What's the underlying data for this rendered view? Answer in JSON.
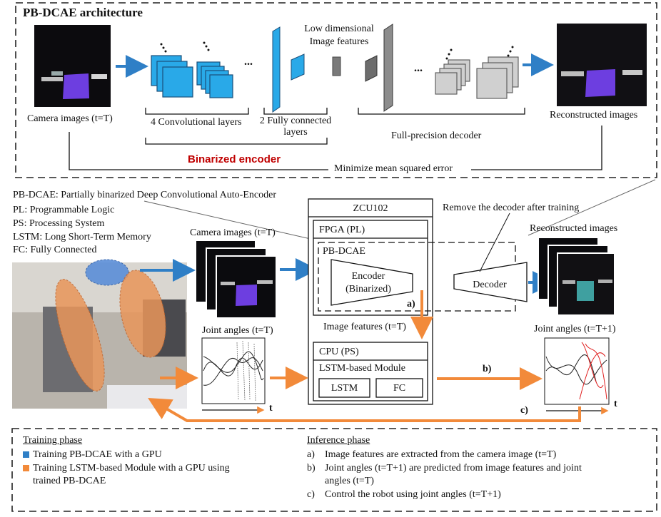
{
  "architecture": {
    "title": "PB-DCAE architecture",
    "camera_label": "Camera images (t=T)",
    "conv_label": "4 Convolutional layers",
    "fc_label_1": "2 Fully connected",
    "fc_label_2": "layers",
    "features_label_1": "Low dimensional",
    "features_label_2": "Image features",
    "decoder_label": "Full-precision decoder",
    "encoder_label": "Binarized encoder",
    "reconstructed_label": "Reconstructed images",
    "loss_label": "Minimize mean squared error",
    "ellipsis": "..."
  },
  "abbreviations": [
    "PB-DCAE: Partially binarized Deep Convolutional Auto-Encoder",
    "PL: Programmable Logic",
    "PS: Processing System",
    "LSTM: Long Short-Term Memory",
    "FC: Fully Connected"
  ],
  "system": {
    "camera_label": "Camera images (t=T)",
    "zcu_label": "ZCU102",
    "fpga_label": "FPGA (PL)",
    "pbdcae_label": "PB-DCAE",
    "encoder_label_1": "Encoder",
    "encoder_label_2": "(Binarized)",
    "decoder_label": "Decoder",
    "remove_note": "Remove the decoder after training",
    "reconstructed_label": "Reconstructed images",
    "step_a": "a)",
    "image_features_label": "Image features (t=T)",
    "cpu_label": "CPU (PS)",
    "lstm_module_label": "LSTM-based Module",
    "lstm_label": "LSTM",
    "fc_label": "FC",
    "step_b": "b)",
    "step_c": "c)",
    "joint_in_label": "Joint angles (t=T)",
    "joint_out_label": "Joint angles (t=T+1)",
    "time_axis": "t"
  },
  "legend": {
    "training_title": "Training phase",
    "training_items": [
      "Training PB-DCAE with a GPU",
      "Training LSTM-based Module with a GPU using",
      "trained PB-DCAE"
    ],
    "inference_title": "Inference phase",
    "inference_items": [
      {
        "marker": "a)",
        "text": "Image features are extracted from the camera image (t=T)"
      },
      {
        "marker": "b)",
        "text": "Joint angles (t=T+1) are predicted from image features and joint"
      },
      {
        "marker": "",
        "text": "angles (t=T)"
      },
      {
        "marker": "c)",
        "text": "Control the robot using joint angles (t=T+1)"
      }
    ]
  },
  "colors": {
    "blue": "#2f7fc6",
    "orange": "#f28a3a",
    "encoder_red": "#c00000",
    "conv_blue": "#29a9e8",
    "gray": "#8c8c8c"
  }
}
